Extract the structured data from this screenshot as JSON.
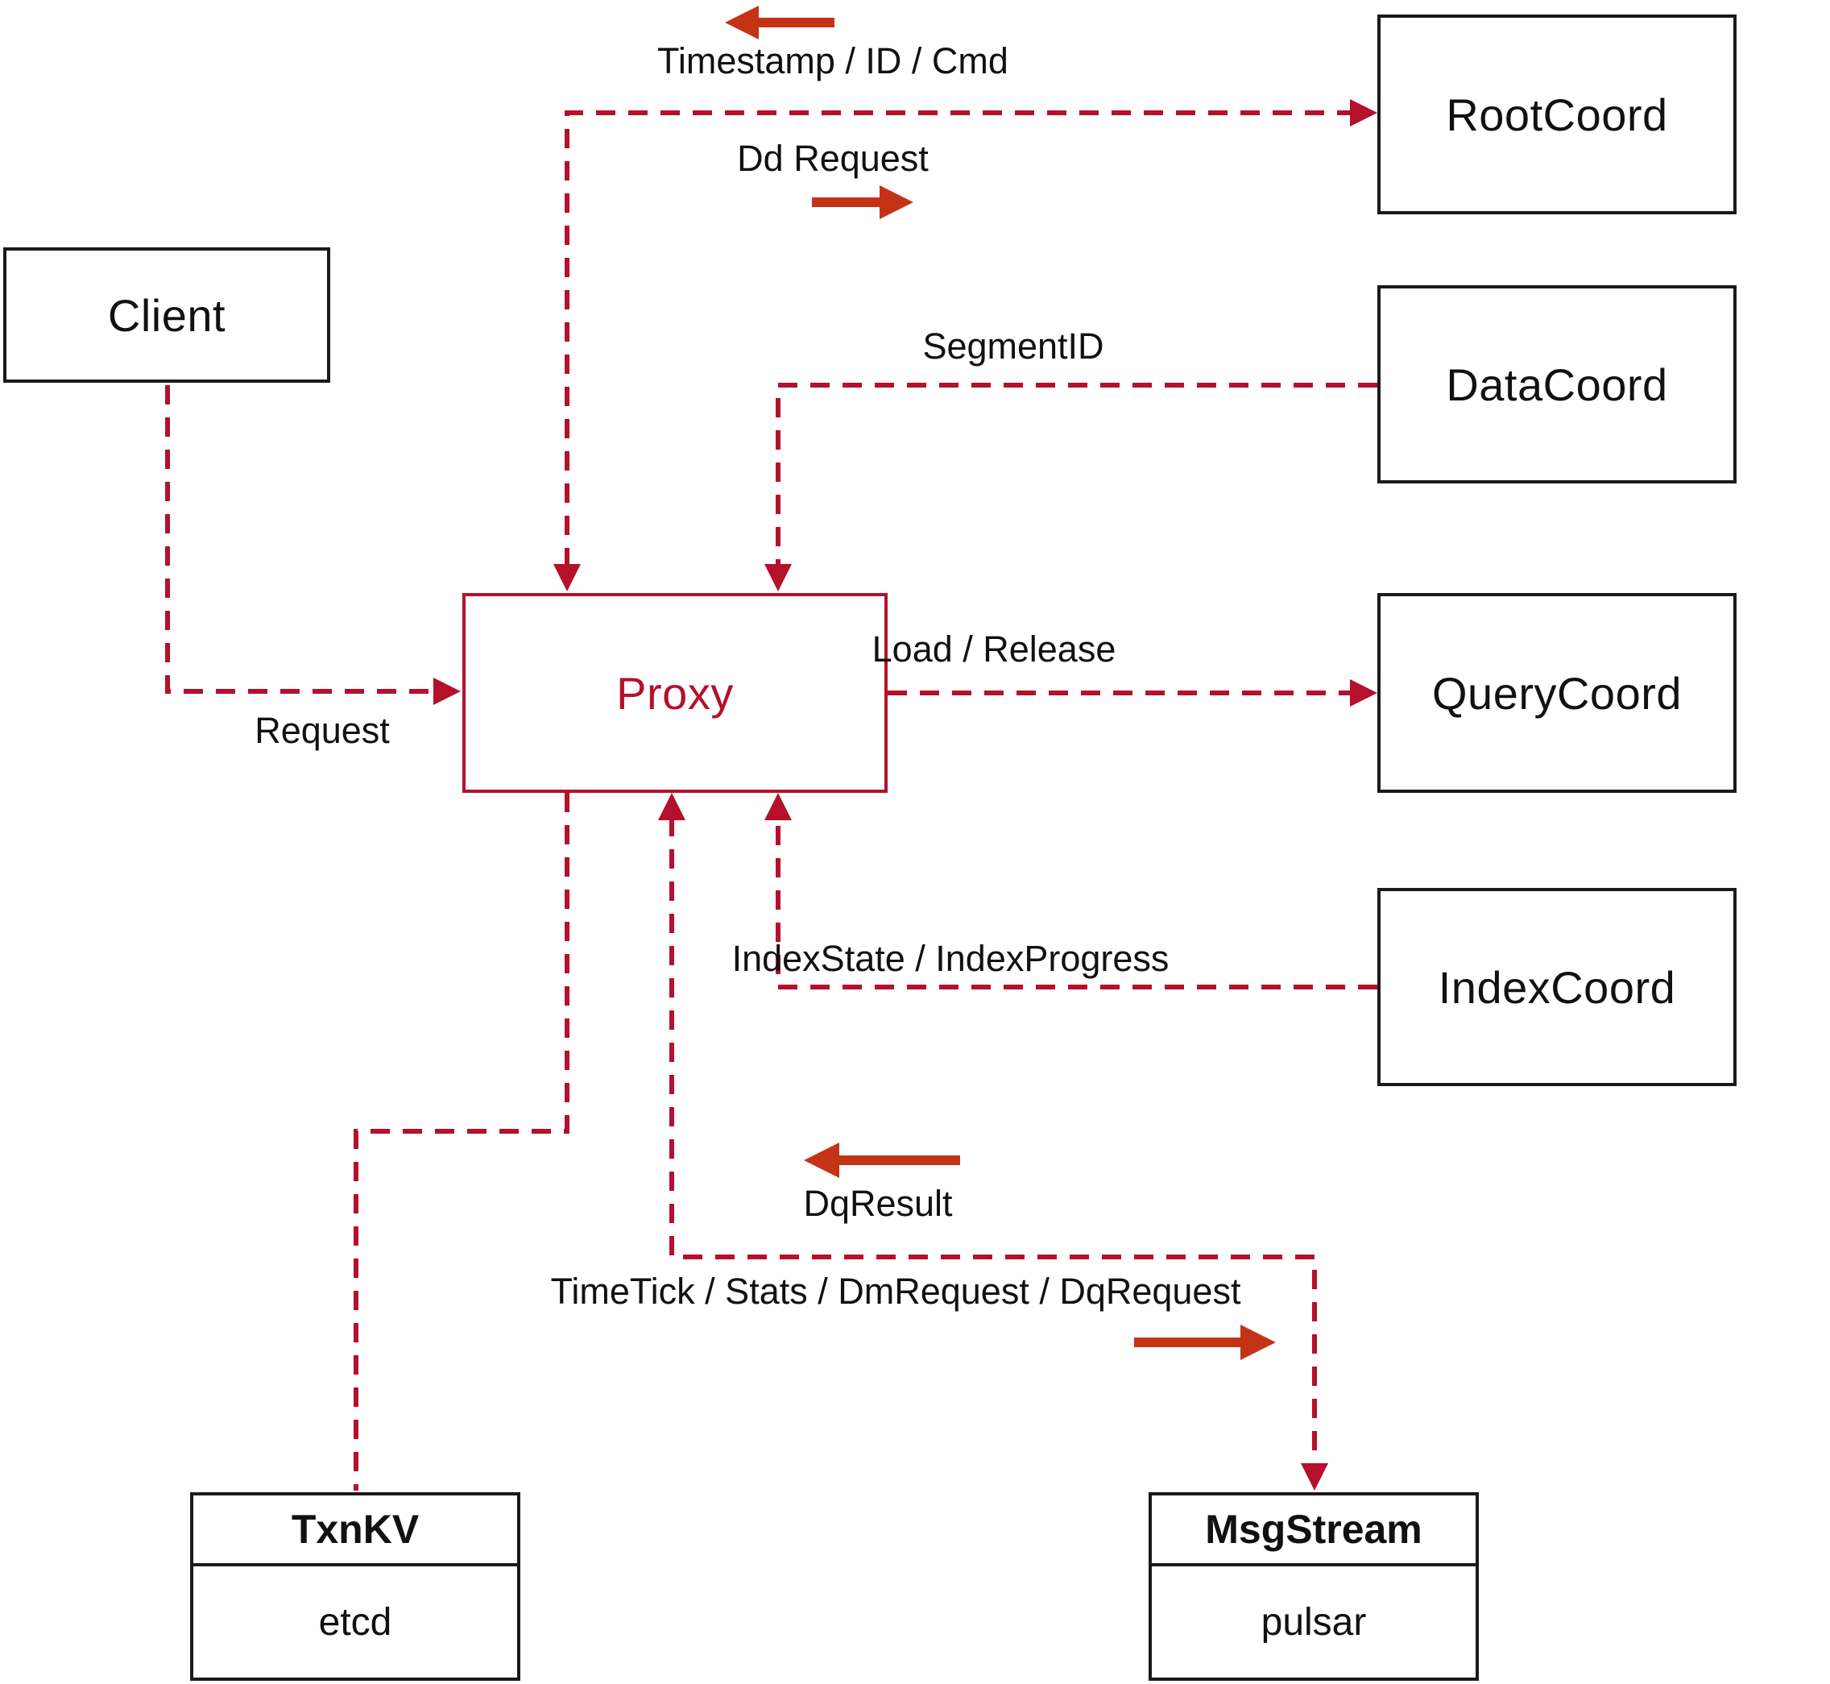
{
  "diagram": {
    "colors": {
      "dashed_line": "#b5102c",
      "solid_arrow": "#c53317",
      "box_border": "#1a1a1a",
      "proxy_accent": "#b5102c",
      "text": "#111111",
      "background": "#ffffff"
    },
    "nodes": {
      "client": {
        "label": "Client"
      },
      "proxy": {
        "label": "Proxy"
      },
      "rootcoord": {
        "label": "RootCoord"
      },
      "datacoord": {
        "label": "DataCoord"
      },
      "querycoord": {
        "label": "QueryCoord"
      },
      "indexcoord": {
        "label": "IndexCoord"
      },
      "txnkv": {
        "title": "TxnKV",
        "subtitle": "etcd"
      },
      "msgstream": {
        "title": "MsgStream",
        "subtitle": "pulsar"
      }
    },
    "edge_labels": {
      "timestamp_id_cmd": "Timestamp / ID / Cmd",
      "dd_request": "Dd Request",
      "segment_id": "SegmentID",
      "load_release": "Load / Release",
      "index_state": "IndexState / IndexProgress",
      "request": "Request",
      "dq_result": "DqResult",
      "time_tick": "TimeTick / Stats / DmRequest / DqRequest"
    }
  }
}
